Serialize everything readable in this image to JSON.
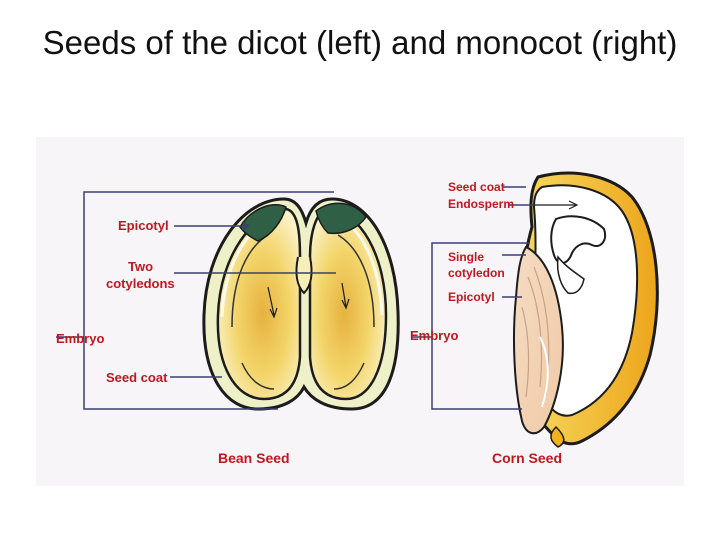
{
  "title": "Seeds of the dicot (left) and monocot (right)",
  "bean": {
    "epicotyl": "Epicotyl",
    "two_cotyledons_1": "Two",
    "two_cotyledons_2": "cotyledons",
    "embryo": "Embryo",
    "seed_coat": "Seed coat",
    "caption": "Bean Seed"
  },
  "corn": {
    "seed_coat": "Seed coat",
    "endosperm": "Endosperm",
    "single_cotyledon_1": "Single",
    "single_cotyledon_2": "cotyledon",
    "epicotyl": "Epicotyl",
    "embryo": "Embryo",
    "caption": "Corn Seed"
  },
  "colors": {
    "label_red": "#c0181f",
    "leader_navy": "#3a3f74",
    "yolk": "#f2cf57",
    "corn_yellow": "#f2b21b",
    "embryo_peach": "#f3d2b4",
    "leaf_green": "#2f5f45"
  }
}
